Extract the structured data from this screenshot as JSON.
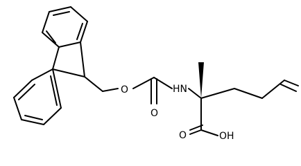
{
  "molecule": {
    "atoms": {
      "oxygen_ether": "O",
      "nitrogen": "HN",
      "oxygen_carbonyl": "O",
      "oxygen_acid": "O",
      "hydroxyl": "OH"
    },
    "wedge_color": "#000000",
    "line_color": "#000000"
  }
}
